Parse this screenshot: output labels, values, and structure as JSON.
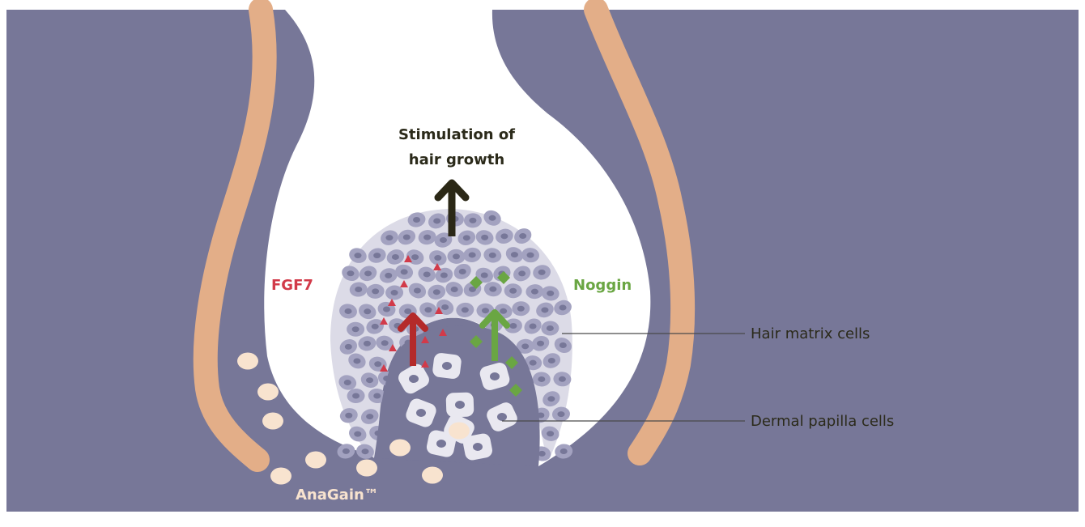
{
  "labels": {
    "stimulation_line1": "Stimulation of",
    "stimulation_line2": "hair growth",
    "fgf7": "FGF7",
    "noggin": "Noggin",
    "hair_matrix_cells": "Hair matrix cells",
    "dermal_papilla_cells": "Dermal papilla cells",
    "anagain": "AnaGain™"
  },
  "colors": {
    "dermis": "#777798",
    "sheath": "#e3ae88",
    "matrix_bulb": "#dcdbe7",
    "cell_fill": "#a3a2c0",
    "cell_nucleus": "#777798",
    "papilla_cell": "#e9e8f0",
    "anagain_dot": "#f8e3cf",
    "fgf7": "#d23a49",
    "fgf7_arrow": "#b42a2a",
    "noggin": "#6aa643",
    "stimulation_arrow": "#2b2816",
    "label_dark": "#2b2a1a",
    "label_line": "#4a4a4a",
    "anagain_text": "#f8e3cf"
  },
  "icons": {
    "stimulation_arrow": "arrow-up-icon",
    "fgf7_arrow": "arrow-up-icon",
    "noggin_arrow": "arrow-up-icon",
    "fgf7_molecule": "triangle-icon",
    "noggin_molecule": "diamond-icon"
  }
}
